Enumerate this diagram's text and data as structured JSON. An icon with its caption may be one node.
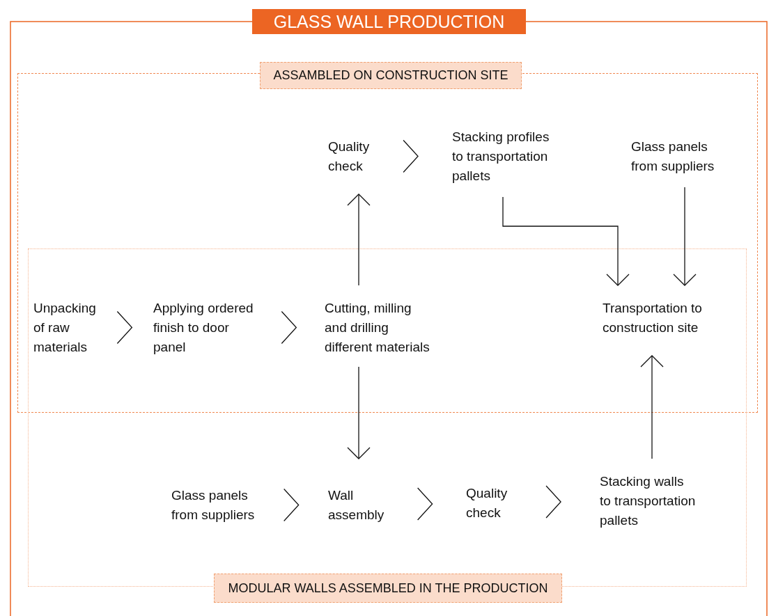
{
  "diagram": {
    "title": "GLASS WALL PRODUCTION",
    "nodes": [
      {
        "text": [
          "ASSAMBLED ON CONSTRUCTION SITE"
        ]
      },
      {
        "text": [
          "MODULAR WALLS ASSEMBLED IN THE PRODUCTION"
        ]
      },
      {
        "text": [
          "Quality check"
        ],
        "in": 0
      },
      {
        "text": [
          "Stacking profiles to transportation pallets"
        ],
        "in": 0
      },
      {
        "text": [
          "Glass panels from suppliers"
        ],
        "in": 0
      },
      {
        "text": [
          "Unpacking of raw materials"
        ]
      },
      {
        "text": [
          "Applying ordered finish to door panel"
        ]
      },
      {
        "text": [
          "Cutting, milling and drilling different materials"
        ]
      },
      {
        "text": [
          "Transportation to construction site"
        ]
      },
      {
        "text": [
          "Glass panels from suppliers"
        ],
        "in": 1
      },
      {
        "text": [
          "Wall assembly"
        ],
        "in": 1
      },
      {
        "text": [
          "Quality check"
        ],
        "in": 1
      },
      {
        "text": [
          "Stacking walls to transportation pallets"
        ],
        "in": 1
      }
    ],
    "edges": [
      {
        "from": 5,
        "to": 6,
        "arrow": "to"
      },
      {
        "from": 6,
        "to": 7,
        "arrow": "to"
      },
      {
        "from": 7,
        "to": 2,
        "arrow": "to"
      },
      {
        "from": 2,
        "to": 3,
        "arrow": "to"
      },
      {
        "from": 3,
        "to": 8,
        "arrow": "to"
      },
      {
        "from": 4,
        "to": 8,
        "arrow": "to"
      },
      {
        "from": 7,
        "to": 10,
        "arrow": "to"
      },
      {
        "from": 9,
        "to": 10,
        "arrow": "to"
      },
      {
        "from": 10,
        "to": 11,
        "arrow": "to"
      },
      {
        "from": 11,
        "to": 12,
        "arrow": "to"
      },
      {
        "from": 12,
        "to": 8,
        "arrow": "to"
      }
    ]
  }
}
